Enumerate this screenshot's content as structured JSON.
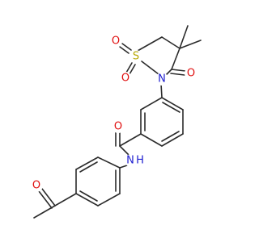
{
  "atoms": {
    "N_ring": {
      "symbol": "N",
      "color": "#1f1fd0"
    },
    "N_amide": {
      "symbol": "N",
      "hydrogen": "H",
      "color": "#1f1fd0"
    },
    "S": {
      "symbol": "S",
      "color": "#b8a800"
    },
    "O_s1": {
      "symbol": "O",
      "color": "#e01010"
    },
    "O_s2": {
      "symbol": "O",
      "color": "#e01010"
    },
    "O_ketone": {
      "symbol": "O",
      "color": "#e01010"
    },
    "O_amide": {
      "symbol": "O",
      "color": "#e01010"
    },
    "O_acetyl": {
      "symbol": "O",
      "color": "#e01010"
    }
  },
  "colors": {
    "bond": "#2b2b2b",
    "background": "#ffffff"
  }
}
